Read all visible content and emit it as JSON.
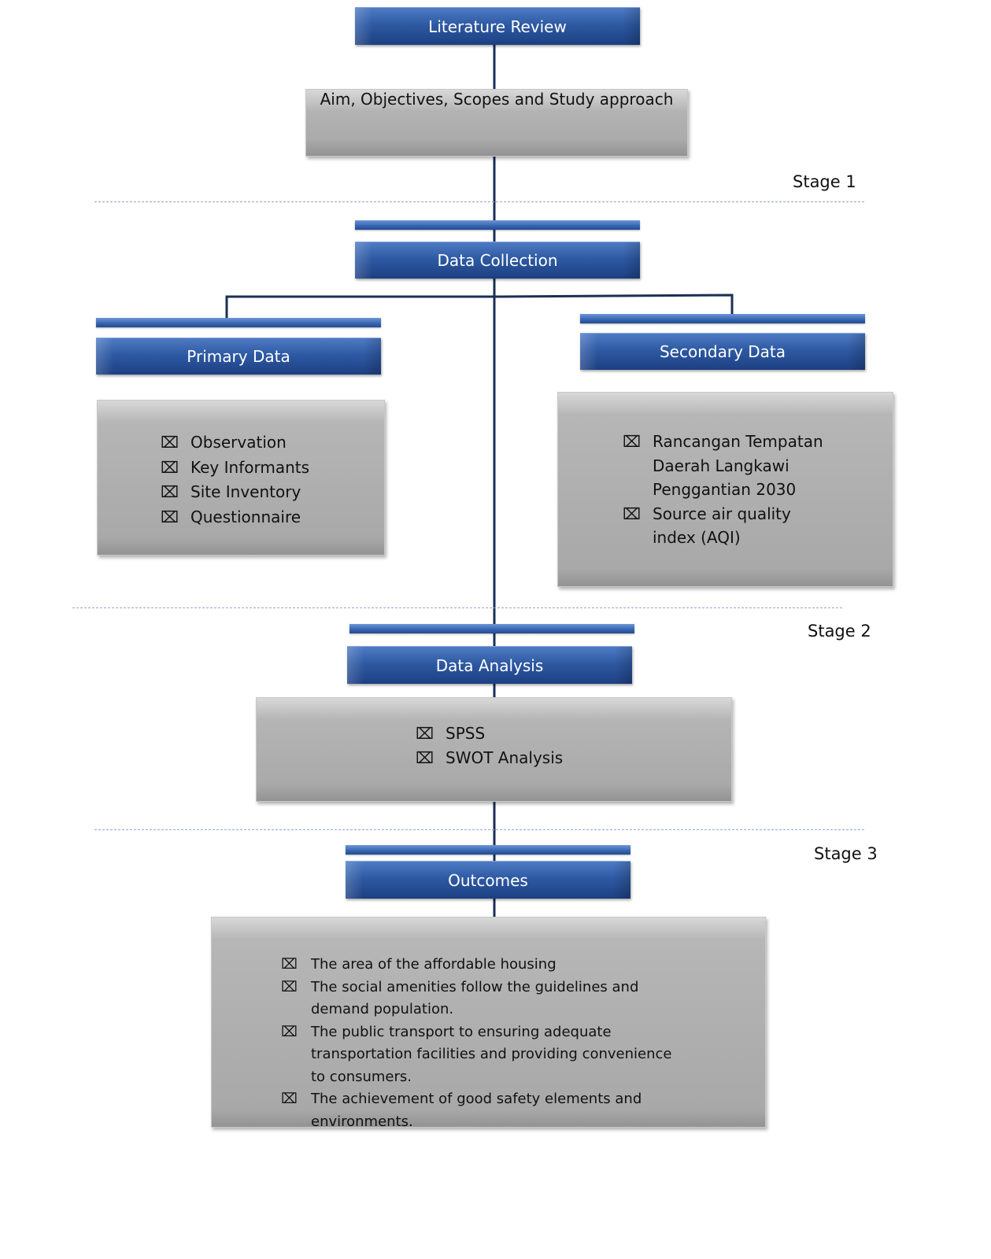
{
  "boxes": {
    "literature_review": "Literature Review",
    "aim": "Aim, Objectives, Scopes and Study approach",
    "data_collection": "Data Collection",
    "primary_data": "Primary Data",
    "secondary_data": "Secondary Data",
    "data_analysis": "Data Analysis",
    "outcomes": "Outcomes"
  },
  "bullet_glyph": "⌧",
  "primary_items": [
    "Observation",
    "Key Informants",
    "Site Inventory",
    "Questionnaire"
  ],
  "secondary_items": [
    "Rancangan Tempatan Daerah Langkawi Penggantian 2030",
    "Source air quality index (AQI)"
  ],
  "analysis_items": [
    "SPSS",
    "SWOT Analysis"
  ],
  "outcome_items": [
    "The area of the affordable housing",
    "The social amenities follow the guidelines and demand population.",
    "The public transport to ensuring adequate transportation facilities and providing convenience to consumers.",
    "The achievement of good safety elements and environments."
  ],
  "stages": {
    "stage1": "Stage 1",
    "stage2": "Stage 2",
    "stage3": "Stage 3"
  },
  "colors": {
    "blue_dark": "#1d3f82",
    "blue_light": "#4f7bc4",
    "gray": "#b0b0b0",
    "connector": "#1b2f55",
    "dashed": "#8fa8cf"
  }
}
